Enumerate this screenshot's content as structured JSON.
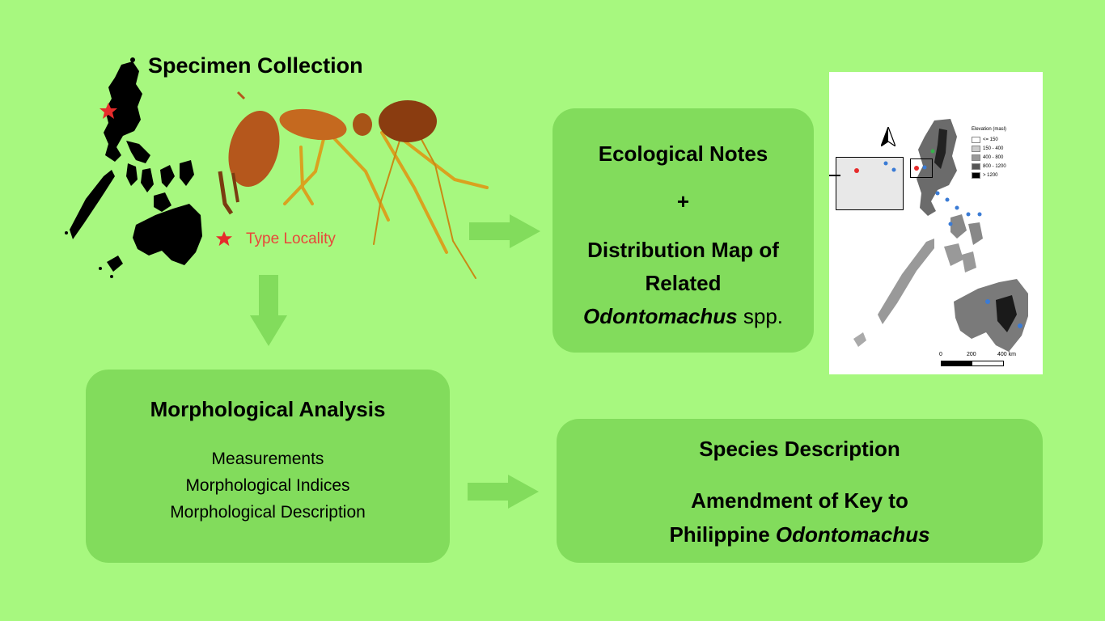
{
  "specimen": {
    "title": "Specimen Collection",
    "legend_label": "Type Locality"
  },
  "ecology": {
    "line1": "Ecological Notes",
    "plus": "+",
    "line2": "Distribution Map of",
    "line3": "Related",
    "line4_italic": "Odontomachus",
    "line4_rest": " spp."
  },
  "morphology": {
    "title": "Morphological Analysis",
    "items": [
      "Measurements",
      "Morphological Indices",
      "Morphological Description"
    ]
  },
  "species": {
    "title": "Species Description",
    "line1": "Amendment of Key to",
    "line2_plain": "Philippine ",
    "line2_italic": "Odontomachus"
  },
  "map": {
    "legend_title": "Elevation (masl)",
    "legend_items": [
      "<= 150",
      "150 - 400",
      "400 - 800",
      "800 - 1200",
      "> 1200"
    ],
    "legend_colors": [
      "#ffffff",
      "#cccccc",
      "#999999",
      "#555555",
      "#000000"
    ],
    "scale_labels": [
      "0",
      "200",
      "400 km"
    ],
    "north_label": "N"
  },
  "colors": {
    "background": "#a7f87f",
    "box": "#82dc5c",
    "arrow": "#82dc5c",
    "star": "#e62b2b"
  }
}
